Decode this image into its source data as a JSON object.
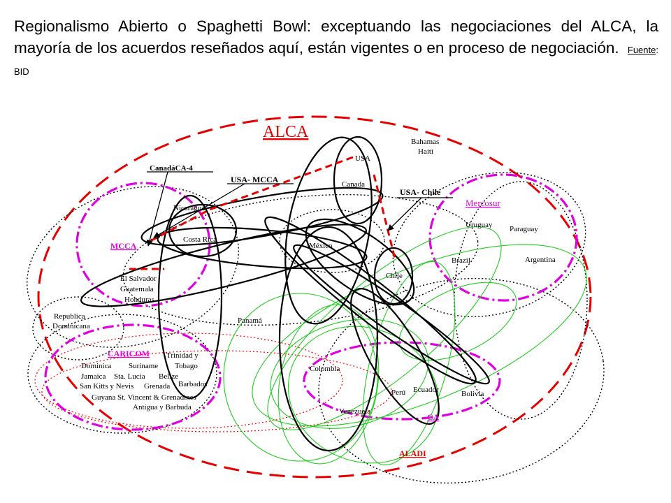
{
  "caption": {
    "text": "Regionalismo Abierto o Spaghetti Bowl: exceptuando las negociaciones del ALCA, la mayoría de los acuerdos reseñados aquí, están vigentes o en proceso de negociación.",
    "source_label": "Fuente",
    "source_rest": ": BID"
  },
  "colors": {
    "alca": "#e60000",
    "magenta": "#e000e0",
    "black": "#000000",
    "green": "#22cc22",
    "red_dotted": "#ff0000"
  },
  "groups": {
    "alca": "ALCA",
    "mcca": "MCCA",
    "mercosur": "Mercosur",
    "caricom": "CARICOM",
    "ca": "CA",
    "aladi": "ALADI"
  },
  "agreements": {
    "canada_ca4": "CanadáCA-4",
    "usa_mcca": "USA- MCCA",
    "usa_chile": "USA- Chile"
  },
  "countries": {
    "usa": "USA",
    "canada": "Canada",
    "bahamas": "Bahamas",
    "haiti": "Haití",
    "nicaragua": "Nicaragua",
    "costa_rica": "Costa Rica",
    "mexico": "México",
    "el_salvador": "El Salvador",
    "guatemala": "Guatemala",
    "honduras": "Honduras",
    "republica": "Republica",
    "dominicana": "Dominicana",
    "panama": "Panamá",
    "chile": "Chile",
    "uruguay": "Uruguay",
    "paraguay": "Paraguay",
    "brazil": "Brazil",
    "argentina": "Argentina",
    "trinidad": "Trinidad y",
    "tobago": "Tobago",
    "dominica": "Dominica",
    "suriname": "Suriname",
    "jamaica": "Jamaica",
    "sta_lucia": "Sta. Lucia",
    "belize": "Belize",
    "san_kitts": "San Kitts y Nevis",
    "grenada": "Grenada",
    "barbados": "Barbados",
    "guyana": "Guyana",
    "st_vincent": "St. Vincent & Grenadines",
    "antigua": "Antigua y Barbuda",
    "colombia": "Colombia",
    "peru": "Perú",
    "ecuador": "Ecuador",
    "bolivia": "Bolivia",
    "venezuela": "Venezuela"
  }
}
